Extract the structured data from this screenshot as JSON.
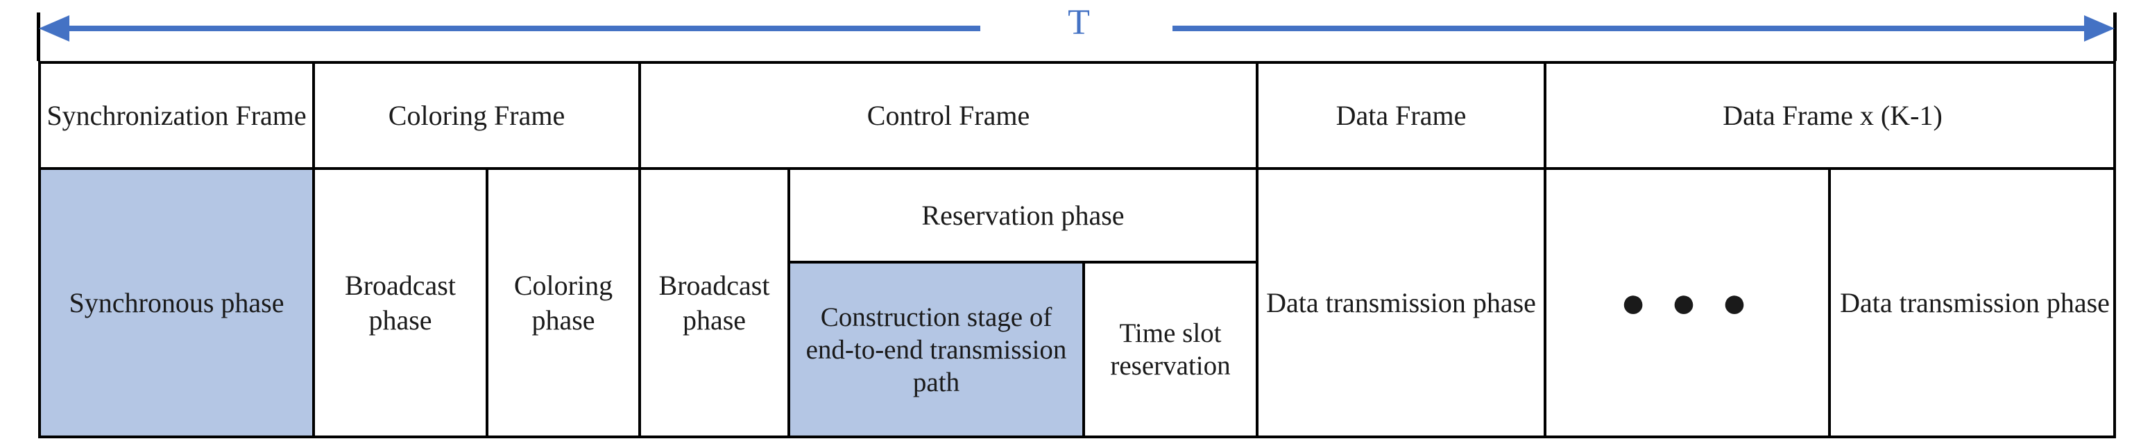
{
  "diagram": {
    "title_label": "T",
    "accent_color": "#4472c4",
    "highlight_fill": "#b4c6e4",
    "border_color": "#000000"
  },
  "frames_row": {
    "cells": [
      {
        "label": "Synchronization Frame"
      },
      {
        "label": "Coloring Frame"
      },
      {
        "label": "Control Frame"
      },
      {
        "label": "Data Frame"
      },
      {
        "label": "Data Frame  x (K-1)"
      }
    ]
  },
  "phases_row": {
    "synchronous": {
      "label": "Synchronous phase"
    },
    "coloring_broadcast": {
      "label": "Broadcast phase"
    },
    "coloring_phase": {
      "label": "Coloring phase"
    },
    "control_broadcast": {
      "label": "Broadcast phase"
    },
    "reservation_group": {
      "title": "Reservation phase",
      "subcells": [
        {
          "label": "Construction stage of end-to-end transmission path"
        },
        {
          "label": "Time slot reservation"
        }
      ]
    },
    "data_transmission_first": {
      "label": "Data transmission phase"
    },
    "repeat_indicator": {
      "label": "● ● ●"
    },
    "data_transmission_last": {
      "label": "Data transmission phase"
    }
  }
}
